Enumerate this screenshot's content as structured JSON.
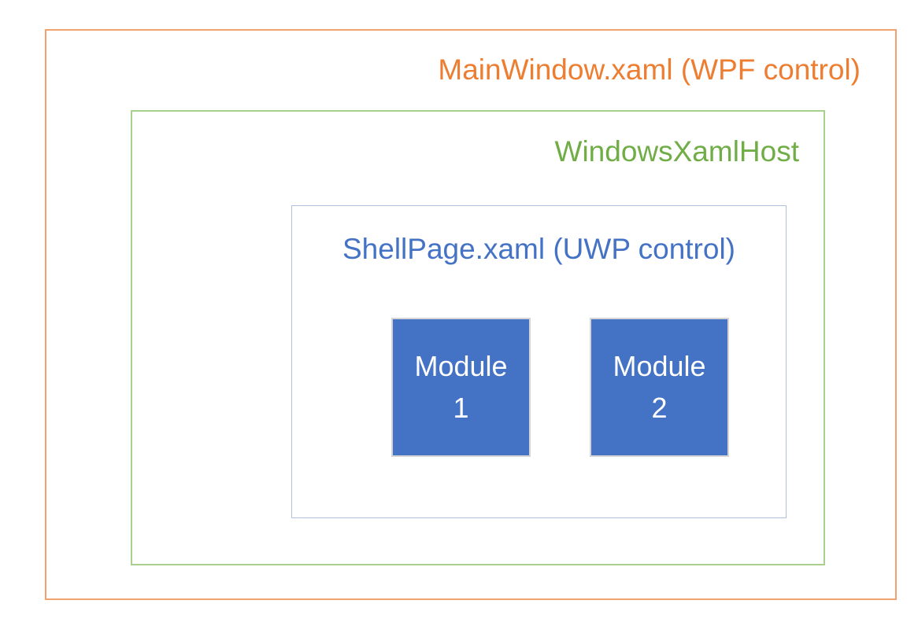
{
  "colors": {
    "background": "#FFFFFF",
    "outer_text": "#ED7D31",
    "outer_border": "#F2A16F",
    "host_text": "#70AD47",
    "host_border": "#A9D18E",
    "shell_text": "#4472C4",
    "shell_border": "#AEC2DF",
    "module_fill": "#4472C4",
    "module_border": "#D6D4D4",
    "module_text": "#FFFFFF"
  },
  "outer_box": {
    "label": "MainWindow.xaml (WPF control)"
  },
  "host_box": {
    "label": "WindowsXamlHost"
  },
  "shell_box": {
    "label": "ShellPage.xaml (UWP control)"
  },
  "modules": [
    {
      "line1": "Module",
      "line2": "1"
    },
    {
      "line1": "Module",
      "line2": "2"
    }
  ]
}
